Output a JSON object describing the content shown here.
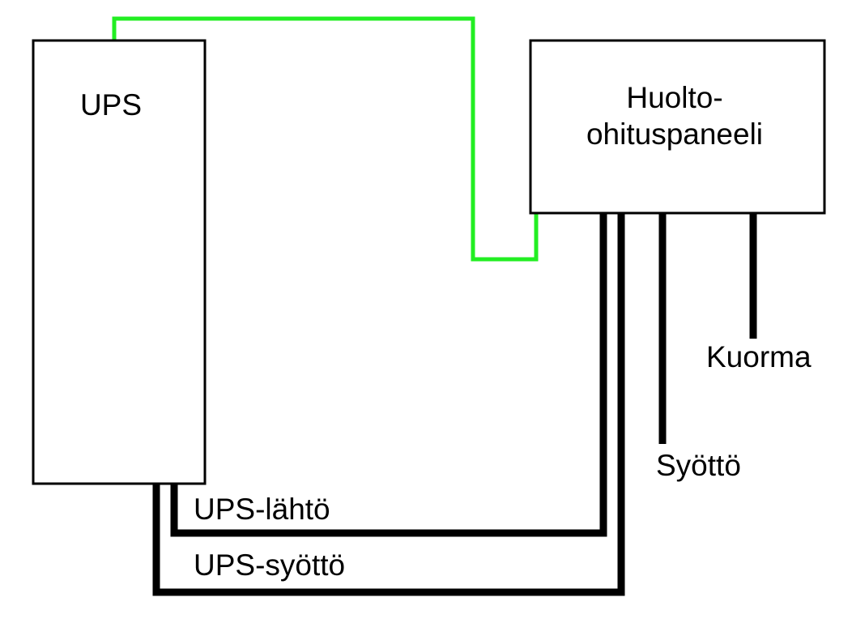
{
  "nodes": {
    "ups": {
      "label": "UPS"
    },
    "panel": {
      "label_line1": "Huolto-",
      "label_line2": "ohituspaneeli"
    }
  },
  "connections": {
    "ups_output": {
      "label": "UPS-lähtö"
    },
    "ups_input": {
      "label": "UPS-syöttö"
    },
    "supply": {
      "label": "Syöttö"
    },
    "load": {
      "label": "Kuorma"
    },
    "control": {
      "label": ""
    }
  },
  "colors": {
    "power_line": "#000000",
    "control_line": "#22ee22",
    "box_border": "#000000",
    "text": "#000000"
  }
}
